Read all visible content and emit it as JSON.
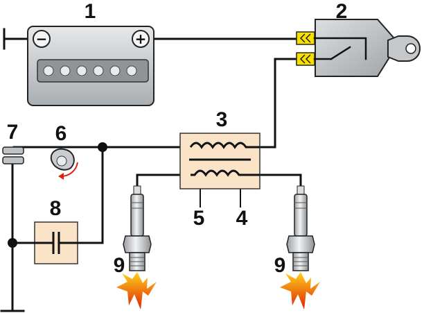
{
  "labels": {
    "battery": "1",
    "ignition_switch": "2",
    "coil": "3",
    "secondary_winding": "4",
    "primary_winding": "5",
    "cam": "6",
    "breaker_contacts": "7",
    "capacitor": "8",
    "spark_plug_left": "9",
    "spark_plug_right": "9"
  },
  "battery": {
    "negative_sign": "−",
    "positive_sign": "+"
  },
  "colors": {
    "wire": "#111111",
    "battery_body": "#c9cdd0",
    "coil_body": "#fbe3c8",
    "capacitor_body": "#fbe3c8",
    "switch_body": "#bfc3c6",
    "terminal_yellow": "#f5e000",
    "spark_flame": "#f07a10"
  }
}
